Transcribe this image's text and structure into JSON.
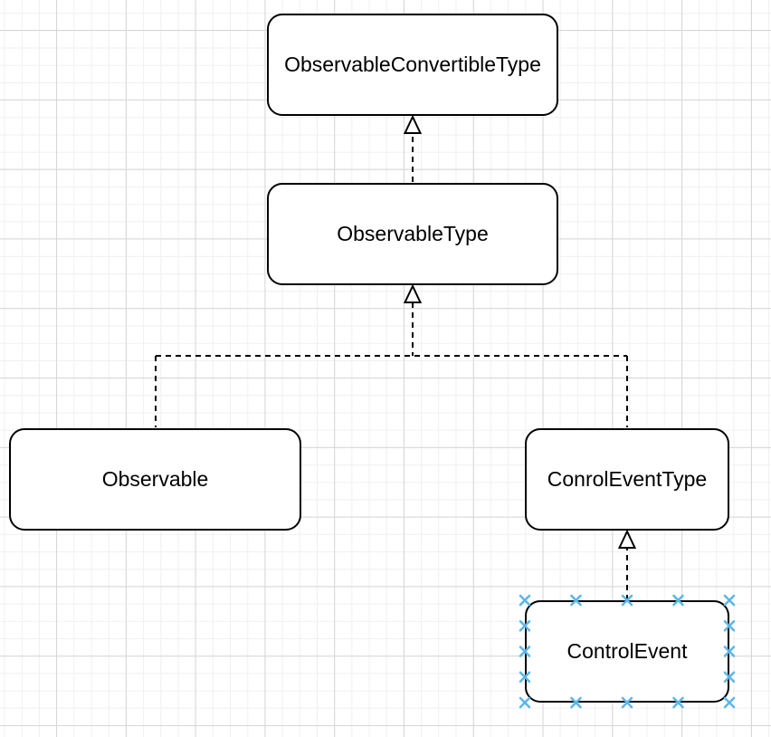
{
  "colors": {
    "canvas_background": "#ffffff",
    "grid_minor": "#f0f0f0",
    "grid_major": "#d6d6d6",
    "node_fill": "#ffffff",
    "node_stroke": "#000000",
    "edge_stroke": "#000000",
    "connection_point": "#5cb6ea",
    "text_color": "#000000"
  },
  "diagram": {
    "nodes": [
      {
        "label": "ObservableConvertibleType"
      },
      {
        "label": "ObservableType"
      },
      {
        "label": "Observable"
      },
      {
        "label": "ConrolEventType"
      },
      {
        "label": "ControlEvent",
        "selected": true
      }
    ],
    "edges": [
      {
        "from": "ObservableType",
        "to": "ObservableConvertibleType",
        "style": "dashed",
        "arrow": "hollow-triangle"
      },
      {
        "from": "Observable",
        "to": "ObservableType",
        "style": "dashed",
        "arrow": "hollow-triangle"
      },
      {
        "from": "ConrolEventType",
        "to": "ObservableType",
        "style": "dashed",
        "arrow": "hollow-triangle"
      },
      {
        "from": "ControlEvent",
        "to": "ConrolEventType",
        "style": "dashed",
        "arrow": "hollow-triangle"
      }
    ]
  }
}
